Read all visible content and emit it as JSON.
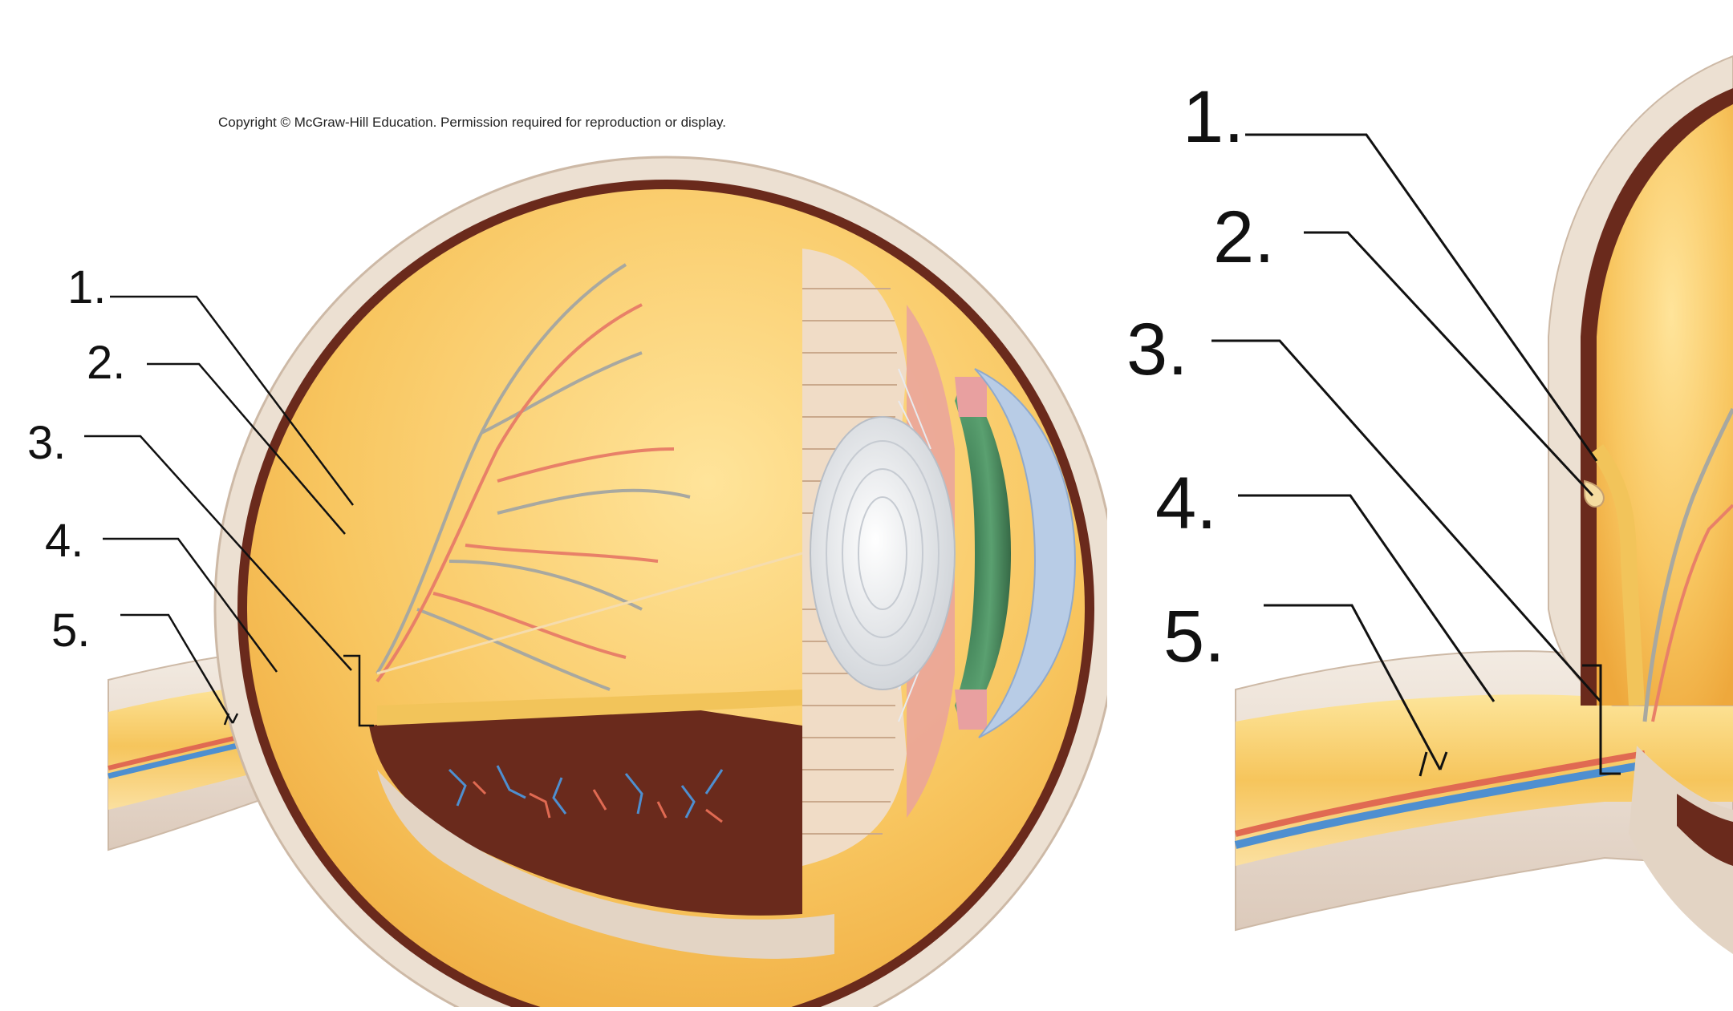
{
  "copyright": "Copyright © McGraw-Hill Education. Permission required for reproduction or display.",
  "left_panel": {
    "labels": [
      "1.",
      "2.",
      "3.",
      "4.",
      "5."
    ]
  },
  "right_panel": {
    "labels": [
      "1.",
      "2.",
      "3.",
      "4.",
      "5."
    ]
  },
  "colors": {
    "sclera": "#ece0d2",
    "choroid": "#6a2a1c",
    "retina": "#f2c45a",
    "vitreous": "#f8cd6a",
    "artery": "#e8806a",
    "vein": "#4e8fd0",
    "iris": "#4a8a5a",
    "cornea": "#b8cce6",
    "ciliary": "#e8a0a0"
  }
}
